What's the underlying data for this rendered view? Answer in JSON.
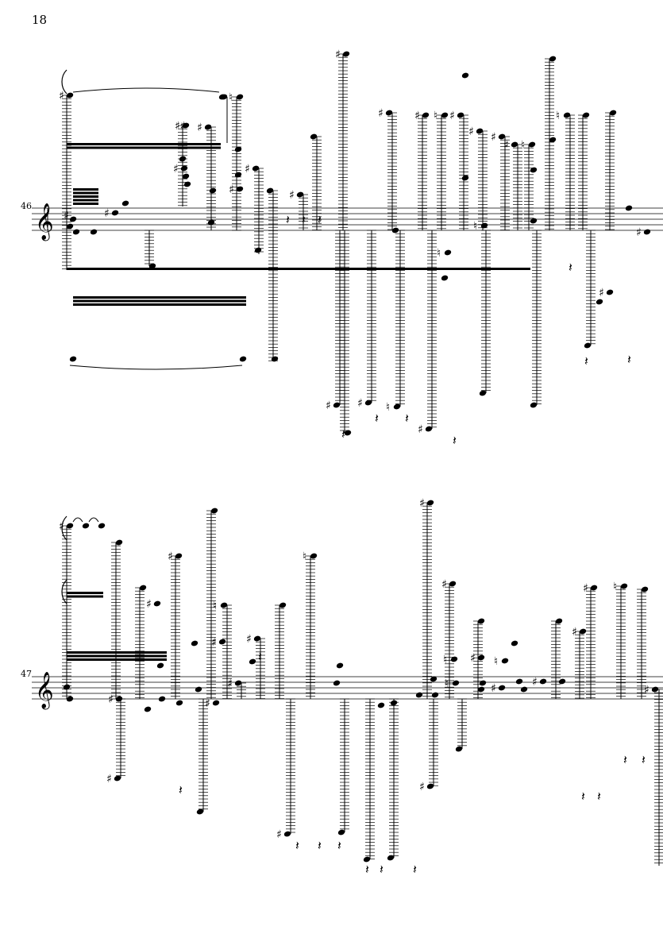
{
  "page": {
    "number": "18"
  },
  "systems": [
    {
      "measure_number": "46",
      "clef": "treble-clef"
    },
    {
      "measure_number": "47",
      "clef": "treble-clef"
    }
  ],
  "colors": {
    "ink": "#000000",
    "paper": "#ffffff"
  }
}
